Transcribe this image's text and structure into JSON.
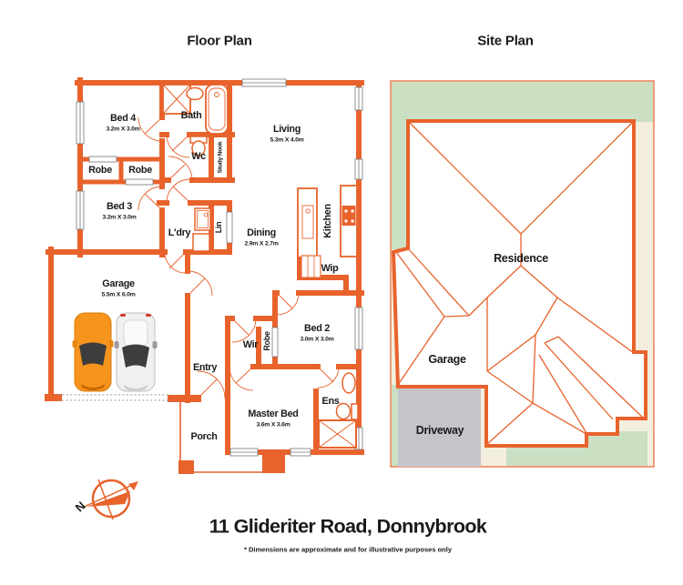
{
  "header": {
    "floor_plan_title": "Floor Plan",
    "site_plan_title": "Site Plan"
  },
  "footer": {
    "address": "11 Glideriter Road, Donnybrook",
    "disclaimer": "* Dimensions are approximate and for illustrative purposes only"
  },
  "compass": {
    "label": "N"
  },
  "floor_plan": {
    "rooms": {
      "bed4": {
        "label": "Bed 4",
        "dims": "3.2m X 3.0m"
      },
      "bath": {
        "label": "Bath"
      },
      "living": {
        "label": "Living",
        "dims": "5.3m X 4.0m"
      },
      "robe1": {
        "label": "Robe"
      },
      "robe2": {
        "label": "Robe"
      },
      "wc": {
        "label": "Wc"
      },
      "study_nook": {
        "label": "Study Nook"
      },
      "bed3": {
        "label": "Bed 3",
        "dims": "3.2m X 3.0m"
      },
      "ldry": {
        "label": "L'dry"
      },
      "lin": {
        "label": "Lin"
      },
      "dining": {
        "label": "Dining",
        "dims": "2.9m X 2.7m"
      },
      "kitchen": {
        "label": "Kitchen"
      },
      "garage": {
        "label": "Garage",
        "dims": "5.5m X 6.0m"
      },
      "wip": {
        "label": "Wip"
      },
      "bed2": {
        "label": "Bed 2",
        "dims": "3.0m X 3.0m"
      },
      "wir": {
        "label": "Wir"
      },
      "robe3": {
        "label": "Robe"
      },
      "entry": {
        "label": "Entry"
      },
      "master_bed": {
        "label": "Master Bed",
        "dims": "3.6m X 3.6m"
      },
      "ens": {
        "label": "Ens"
      },
      "porch": {
        "label": "Porch"
      }
    }
  },
  "site_plan": {
    "labels": {
      "residence": "Residence",
      "garage": "Garage",
      "driveway": "Driveway"
    }
  },
  "colors": {
    "wall_orange": "#E8622C",
    "grass_green": "#CBE0C3",
    "lawn_cream": "#F4EEDF",
    "driveway_gray": "#C6C4C9",
    "car_orange": "#F6941D",
    "text_black": "#1A1A1A"
  }
}
